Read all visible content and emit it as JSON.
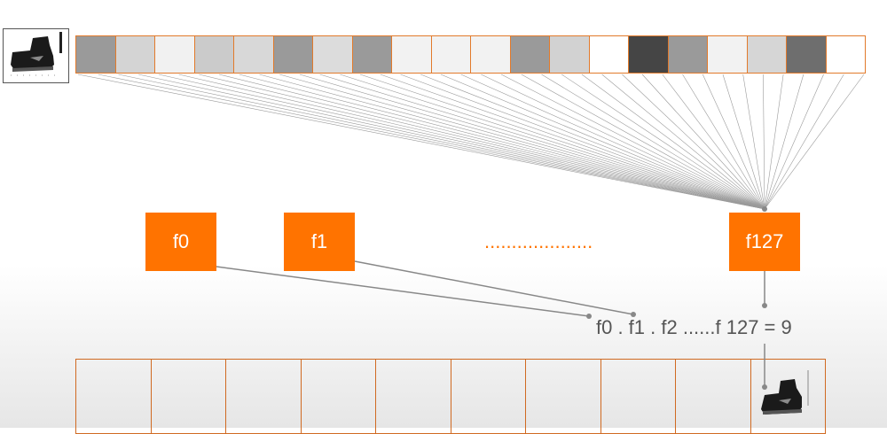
{
  "input_image": {
    "icon": "boot-icon"
  },
  "pixel_strip": {
    "shades": [
      "#9a9a9a",
      "#d4d4d4",
      "#f1f1f1",
      "#cbcbcb",
      "#d8d8d8",
      "#9a9a9a",
      "#dcdcdc",
      "#9a9a9a",
      "#f2f2f2",
      "#f2f2f2",
      "#f2f2f2",
      "#9a9a9a",
      "#d2d2d2",
      "#ffffff",
      "#454545",
      "#9a9a9a",
      "#f2f2f2",
      "#d6d6d6",
      "#6e6e6e",
      "#ffffff"
    ]
  },
  "features": {
    "f0": "f0",
    "f1": "f1",
    "ellipsis": "....................",
    "f127": "f127"
  },
  "formula": "f0 . f1 . f2 ......f 127 = 9",
  "output_row": {
    "cell_count": 10,
    "highlighted_index": 9,
    "icon": "boot-icon"
  },
  "colors": {
    "accent": "#ff7300",
    "cell_border": "#e27a2b",
    "line": "#888888"
  }
}
